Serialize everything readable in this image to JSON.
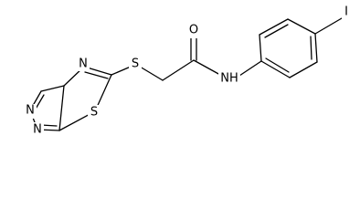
{
  "molecule": {
    "atoms": {
      "oxygen": "O",
      "sulfur_linker": "S",
      "sulfur_ring": "S",
      "nitrogen_ring_1": "N",
      "nitrogen_ring_2": "N",
      "nitrogen_ring_3": "N",
      "amide_nh": "NH",
      "iodine": "I"
    }
  }
}
